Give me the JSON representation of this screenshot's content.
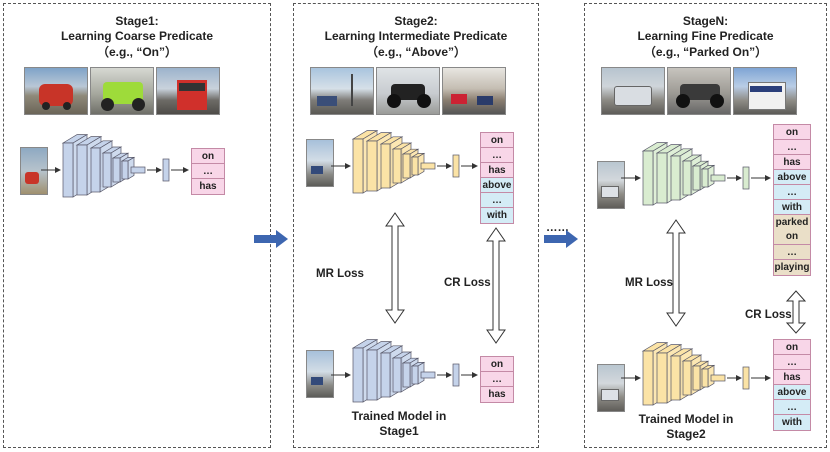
{
  "stages": [
    {
      "title": "Stage1:",
      "subtitle": "Learning Coarse Predicate",
      "example": "（e.g., “On”）",
      "predicates": [
        "on",
        "…",
        "has"
      ]
    },
    {
      "title": "Stage2:",
      "subtitle": "Learning Intermediate Predicate",
      "example": "（e.g., “Above”）",
      "predicates": [
        "on",
        "…",
        "has",
        "above",
        "…",
        "with"
      ],
      "mr_loss": "MR Loss",
      "cr_loss": "CR Loss",
      "trained_model_caption": [
        "Trained Model in",
        "Stage1"
      ],
      "trained_predicates": [
        "on",
        "…",
        "has"
      ]
    },
    {
      "title": "StageN:",
      "subtitle": "Learning Fine Predicate",
      "example": "（e.g., “Parked On”）",
      "predicates": [
        "on",
        "…",
        "has",
        "above",
        "…",
        "with",
        "parked on",
        "…",
        "playing"
      ],
      "mr_loss": "MR Loss",
      "cr_loss": "CR Loss",
      "trained_model_caption": [
        "Trained Model in",
        "Stage2"
      ],
      "trained_predicates": [
        "on",
        "…",
        "has",
        "above",
        "…",
        "with"
      ]
    }
  ],
  "ellipsis": "……",
  "colors": {
    "stage1_net": "#c5d3ea",
    "stage2_net": "#fbe3a6",
    "stageN_net": "#d9ecd0",
    "arrow": "#3d66b0",
    "pred_pink": "#f8d6e8",
    "pred_blue": "#d4ecf6",
    "pred_tan": "#eadfc8"
  }
}
